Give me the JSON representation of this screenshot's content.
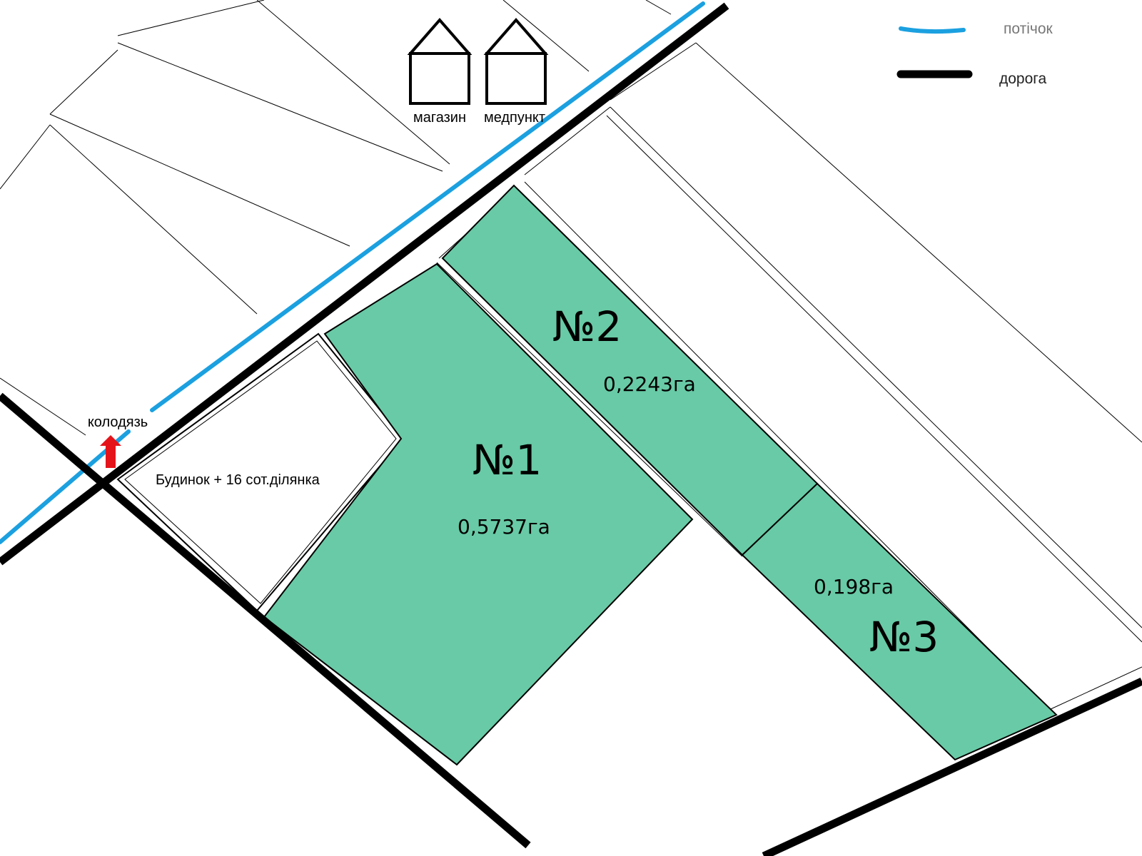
{
  "legend": {
    "stream_label": "потічок",
    "road_label": "дорога",
    "stream_color": "#1ba0e0",
    "road_color": "#000000"
  },
  "buildings": [
    {
      "label": "магазин",
      "icon": "house-icon"
    },
    {
      "label": "медпункт",
      "icon": "house-icon"
    }
  ],
  "well": {
    "label": "колодязь",
    "icon": "red-arrow-up-icon",
    "color": "#e5141b"
  },
  "house_plot": {
    "label": "Будинок + 16 сот.ділянка"
  },
  "plots": [
    {
      "number": "№1",
      "area": "0,5737га",
      "color": "#68caa6"
    },
    {
      "number": "№2",
      "area": "0,2243га",
      "color": "#68caa6"
    },
    {
      "number": "№3",
      "area": "0,198га",
      "color": "#68caa6"
    }
  ]
}
